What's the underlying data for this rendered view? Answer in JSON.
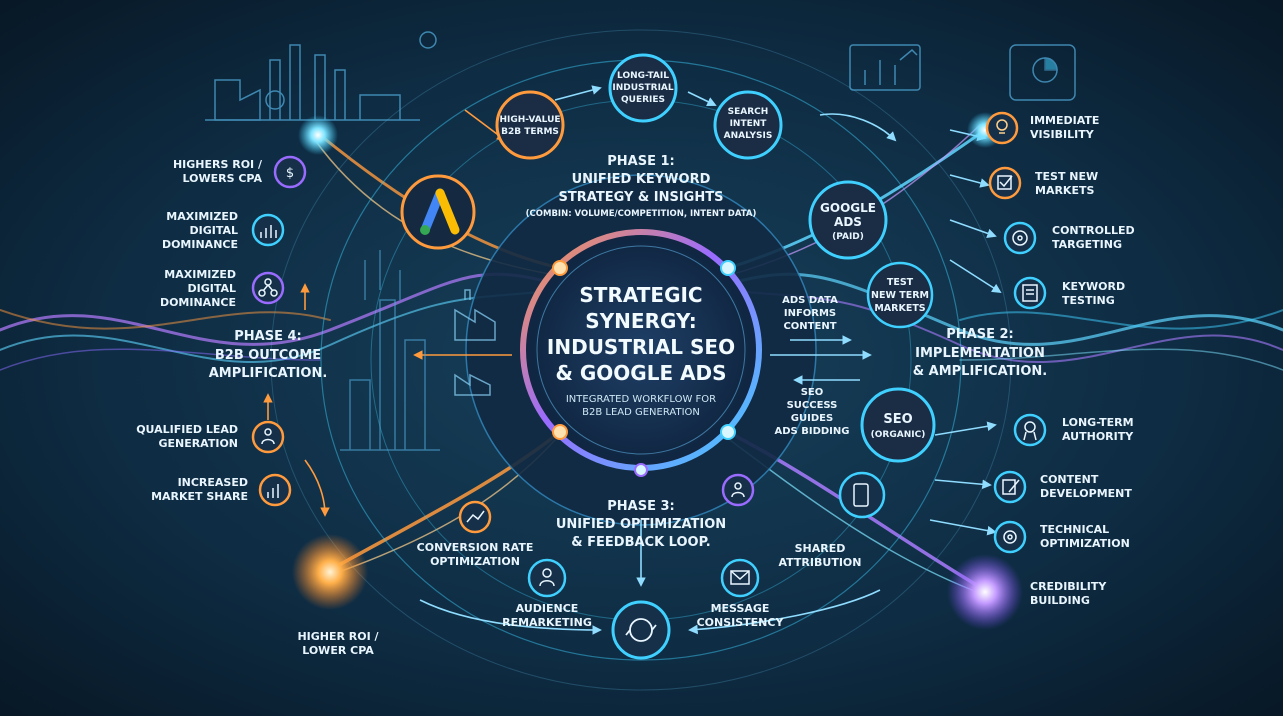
{
  "center": {
    "title_lines": [
      "STRATEGIC",
      "SYNERGY:",
      "INDUSTRIAL SEO",
      "& GOOGLE ADS"
    ],
    "subtitle_lines": [
      "INTEGRATED WORKFLOW FOR",
      "B2B LEAD GENERATION"
    ]
  },
  "phase1": {
    "label": "PHASE 1:",
    "title_lines": [
      "UNIFIED KEYWORD",
      "STRATEGY & INSIGHTS"
    ],
    "note": "(COMBIN: VOLUME/COMPETITION, INTENT DATA)"
  },
  "phase2": {
    "label": "PHASE 2:",
    "title_lines": [
      "IMPLEMENTATION",
      "& AMPLIFICATION."
    ]
  },
  "phase3": {
    "label": "PHASE 3:",
    "title_lines": [
      "UNIFIED OPTIMIZATION",
      "& FEEDBACK LOOP."
    ]
  },
  "phase4": {
    "label": "PHASE 4:",
    "title_lines": [
      "B2B OUTCOME",
      "AMPLIFICATION."
    ]
  },
  "top_nodes": [
    {
      "lines": [
        "HIGH-VALUE",
        "B2B TERMS"
      ]
    },
    {
      "lines": [
        "LONG-TAIL",
        "INDUSTRIAL",
        "QUERIES"
      ]
    },
    {
      "lines": [
        "SEARCH",
        "INTENT",
        "ANALYSIS"
      ]
    }
  ],
  "google_ads_node": {
    "lines": [
      "GOOGLE",
      "ADS",
      "(PAID)"
    ]
  },
  "seo_node": {
    "lines": [
      "SEO",
      "(ORGANIC)"
    ]
  },
  "test_node": {
    "lines": [
      "TEST",
      "NEW TERM",
      "MARKETS"
    ]
  },
  "ads_informs": [
    "ADS DATA",
    "INFORMS",
    "CONTENT"
  ],
  "seo_guides": [
    "SEO",
    "SUCCESS",
    "GUIDES",
    "ADS BIDDING"
  ],
  "right_top_items": [
    {
      "lines": [
        "IMMEDIATE",
        "VISIBILITY"
      ],
      "icon": "lightbulb-icon"
    },
    {
      "lines": [
        "TEST NEW",
        "MARKETS"
      ],
      "icon": "checkbox-icon"
    },
    {
      "lines": [
        "CONTROLLED",
        "TARGETING"
      ],
      "icon": "target-icon"
    },
    {
      "lines": [
        "KEYWORD",
        "TESTING"
      ],
      "icon": "document-icon"
    }
  ],
  "right_bottom_items": [
    {
      "lines": [
        "LONG-TERM",
        "AUTHORITY"
      ],
      "icon": "award-icon"
    },
    {
      "lines": [
        "CONTENT",
        "DEVELOPMENT"
      ],
      "icon": "edit-icon"
    },
    {
      "lines": [
        "TECHNICAL",
        "OPTIMIZATION"
      ],
      "icon": "gear-icon"
    },
    {
      "lines": [
        "CREDIBILITY",
        "BUILDING"
      ],
      "icon": ""
    }
  ],
  "left_top_items": [
    {
      "lines": [
        "HIGHERS ROI /",
        "LOWERS CPA"
      ],
      "icon": "dollar-icon"
    },
    {
      "lines": [
        "MAXIMIZED",
        "DIGITAL",
        "DOMINANCE"
      ],
      "icon": "chart-icon"
    },
    {
      "lines": [
        "MAXIMIZED",
        "DIGITAL",
        "DOMINANCE"
      ],
      "icon": "network-icon"
    }
  ],
  "left_bottom_items": [
    {
      "lines": [
        "QUALIFIED LEAD",
        "GENERATION"
      ],
      "icon": "people-icon"
    },
    {
      "lines": [
        "INCREASED",
        "MARKET SHARE"
      ],
      "icon": "growth-icon"
    }
  ],
  "higher_roi": [
    "HIGHER ROI /",
    "LOWER CPA"
  ],
  "bottom_items": [
    {
      "lines": [
        "CONVERSION RATE",
        "OPTIMIZATION"
      ]
    },
    {
      "lines": [
        "AUDIENCE",
        "REMARKETING"
      ]
    },
    {
      "lines": [
        "MESSAGE",
        "CONSISTENCY"
      ]
    },
    {
      "lines": [
        "SHARED",
        "ATTRIBUTION"
      ]
    }
  ],
  "colors": {
    "background": "#0b2438",
    "ring_cyan": "#3fd0ff",
    "ring_purple": "#9a6bff",
    "accent_orange": "#ff9a3d",
    "text": "#e9f6ff"
  }
}
